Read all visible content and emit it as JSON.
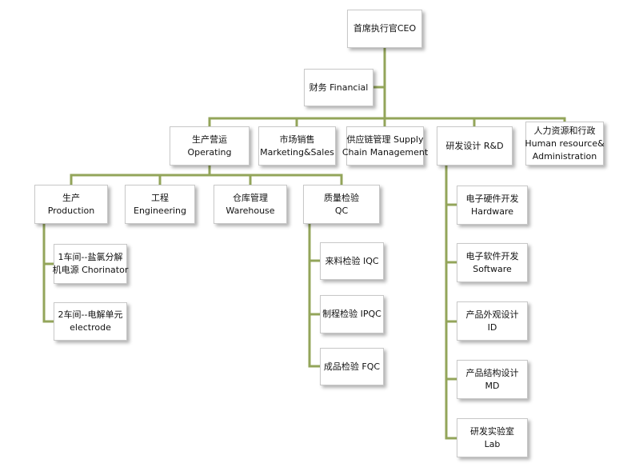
{
  "chart": {
    "ceo": {
      "l1": "首席执行官CEO",
      "l2": ""
    },
    "financial": {
      "l1": "财务 Financial",
      "l2": ""
    },
    "departments": {
      "operating": {
        "l1": "生产营运",
        "l2": "Operating"
      },
      "marketing": {
        "l1": "市场销售",
        "l2": "Marketing&Sales"
      },
      "supply": {
        "l1": "供应链管理 Supply",
        "l2": "Chain Management"
      },
      "rnd": {
        "l1": "研发设计 R&D",
        "l2": ""
      },
      "hr": {
        "l1": "人力资源和行政",
        "l2": "Human resource&",
        "l3": "Administration"
      }
    },
    "operating_units": {
      "production": {
        "l1": "生产",
        "l2": "Production"
      },
      "engineering": {
        "l1": "工程",
        "l2": "Engineering"
      },
      "warehouse": {
        "l1": "仓库管理",
        "l2": "Warehouse"
      },
      "qc": {
        "l1": "质量检验",
        "l2": "QC"
      }
    },
    "production_units": {
      "workshop1": {
        "l1": "1车间--盐氯分解",
        "l2": "机电源 Chorinator"
      },
      "workshop2": {
        "l1": "2车间--电解单元",
        "l2": "electrode"
      }
    },
    "qc_units": {
      "iqc": {
        "l1": "来料检验 IQC"
      },
      "ipqc": {
        "l1": "制程检验 IPQC"
      },
      "fqc": {
        "l1": "成品检验 FQC"
      }
    },
    "rnd_units": {
      "hardware": {
        "l1": "电子硬件开发",
        "l2": "Hardware"
      },
      "software": {
        "l1": "电子软件开发",
        "l2": "Software"
      },
      "id": {
        "l1": "产品外观设计",
        "l2": "ID"
      },
      "md": {
        "l1": "产品结构设计",
        "l2": "MD"
      },
      "lab": {
        "l1": "研发实验室",
        "l2": "Lab"
      }
    }
  },
  "colors": {
    "connector": "#93a55a",
    "box_border": "#c8c8c8",
    "text": "#111111"
  }
}
